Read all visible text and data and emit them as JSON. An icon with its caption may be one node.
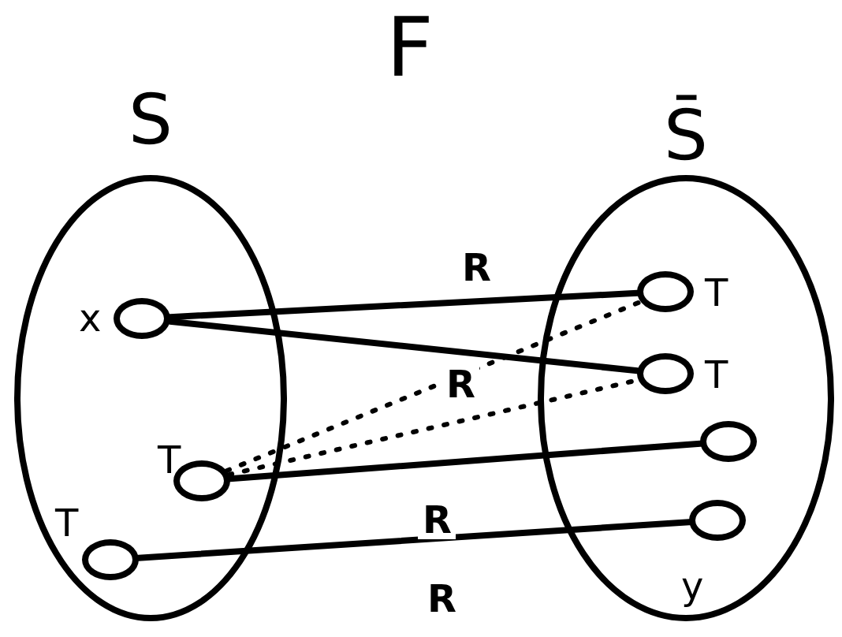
{
  "diagram": {
    "title": "F",
    "nodes": [
      {
        "text": [
          "S"
        ]
      },
      {
        "text": [
          "S̄"
        ]
      },
      {
        "text": [],
        "shape": "circle",
        "in": 0,
        "beside": [
          "x"
        ]
      },
      {
        "text": [],
        "shape": "circle",
        "in": 0,
        "beside": [
          "T"
        ]
      },
      {
        "text": [],
        "shape": "circle",
        "in": 0,
        "beside": [
          "T"
        ]
      },
      {
        "text": [],
        "shape": "circle",
        "in": 1,
        "beside": [
          "T"
        ]
      },
      {
        "text": [],
        "shape": "circle",
        "in": 1,
        "beside": [
          "T"
        ]
      },
      {
        "text": [],
        "shape": "circle",
        "in": 1
      },
      {
        "text": [],
        "shape": "circle",
        "in": 1,
        "beside": [
          "y"
        ]
      }
    ],
    "edges": [
      {
        "from": 2,
        "to": 5,
        "arrow": "none",
        "label": "R"
      },
      {
        "from": 2,
        "to": 6,
        "arrow": "none",
        "label": "R"
      },
      {
        "from": 3,
        "to": 5,
        "arrow": "none",
        "style": "dashed"
      },
      {
        "from": 3,
        "to": 6,
        "arrow": "none",
        "style": "dashed"
      },
      {
        "from": 3,
        "to": 7,
        "arrow": "none",
        "label": "R"
      },
      {
        "from": 4,
        "to": 8,
        "arrow": "none",
        "label": "R"
      }
    ]
  }
}
